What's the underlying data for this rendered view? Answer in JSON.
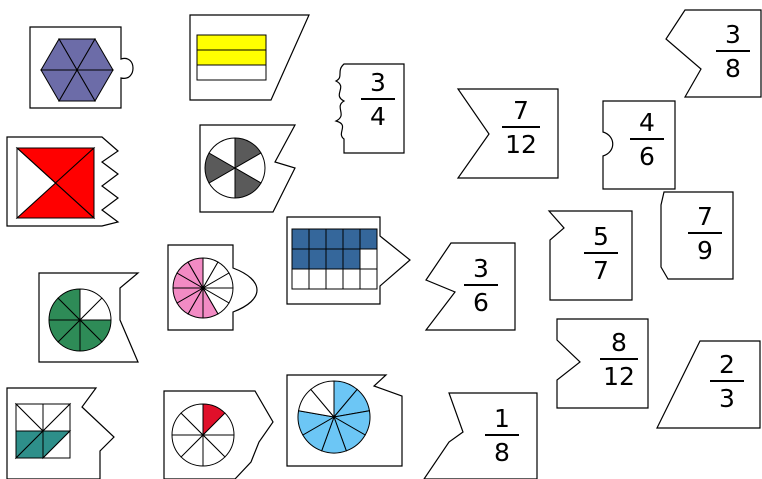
{
  "colors": {
    "navy": "#6C6CA8",
    "yellow": "#FFFF00",
    "red": "#FF0000",
    "grey": "#5A5A5A",
    "blue": "#35679B",
    "green": "#2E8B57",
    "pink": "#F28BC4",
    "teal": "#2E8F8A",
    "crimson": "#E0102A",
    "sky": "#6CC6F5"
  },
  "fraction_cards": [
    {
      "id": "3-4",
      "numerator": "3",
      "denominator": "4"
    },
    {
      "id": "7-12",
      "numerator": "7",
      "denominator": "12"
    },
    {
      "id": "4-6",
      "numerator": "4",
      "denominator": "6"
    },
    {
      "id": "3-8",
      "numerator": "3",
      "denominator": "8"
    },
    {
      "id": "5-7",
      "numerator": "5",
      "denominator": "7"
    },
    {
      "id": "7-9",
      "numerator": "7",
      "denominator": "9"
    },
    {
      "id": "3-6",
      "numerator": "3",
      "denominator": "6"
    },
    {
      "id": "8-12",
      "numerator": "8",
      "denominator": "12"
    },
    {
      "id": "2-3",
      "numerator": "2",
      "denominator": "3"
    },
    {
      "id": "1-8",
      "numerator": "1",
      "denominator": "8"
    }
  ],
  "picture_cards": [
    {
      "id": "hexagon",
      "shape": "hexagon split into 6 triangles",
      "shaded": 6,
      "total": 6,
      "color_key": "navy"
    },
    {
      "id": "yellow-bars",
      "shape": "rectangle split into 3 strips",
      "shaded": 2,
      "total": 3,
      "color_key": "yellow"
    },
    {
      "id": "red-square",
      "shape": "square split into 4 triangles + diagonal",
      "shaded": 3,
      "total": 4,
      "color_key": "red"
    },
    {
      "id": "grey-circle",
      "shape": "circle split into 6 sectors",
      "shaded": 3,
      "total": 6,
      "color_key": "grey"
    },
    {
      "id": "blue-grid",
      "shape": "grid of 3x5 cells",
      "shaded": 9,
      "total": 15,
      "color_key": "blue"
    },
    {
      "id": "green-circle",
      "shape": "circle split into 8 sectors",
      "shaded": 6,
      "total": 8,
      "color_key": "green"
    },
    {
      "id": "pink-circle",
      "shape": "circle split into 12 sectors",
      "shaded": 7,
      "total": 12,
      "color_key": "pink"
    },
    {
      "id": "teal-square",
      "shape": "square split into 8 triangles",
      "shaded": 3,
      "total": 8,
      "color_key": "teal"
    },
    {
      "id": "crimson-circle",
      "shape": "circle split into 8 sectors",
      "shaded": 1,
      "total": 8,
      "color_key": "crimson"
    },
    {
      "id": "sky-circle",
      "shape": "circle split into 9 sectors",
      "shaded": 7,
      "total": 9,
      "color_key": "sky"
    }
  ]
}
